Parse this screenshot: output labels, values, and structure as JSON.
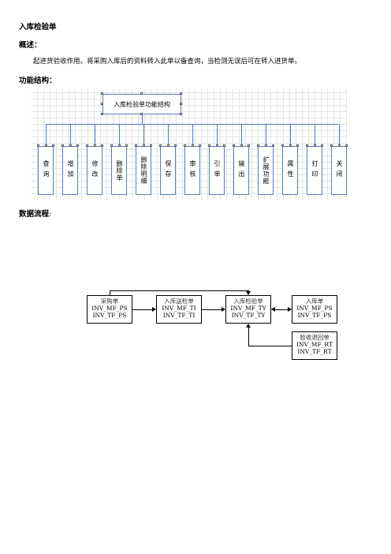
{
  "doc": {
    "title": "入库检验单",
    "overview_heading": "概述：",
    "overview_text": "起进货验收作用。将采购入库后的资料转入此单以备查询，当检测无误后可在转入进货单。",
    "structure_heading": "功能结构：",
    "flow_heading": "数据流程",
    "flow_heading_colon": ":"
  },
  "structure": {
    "root": "入库检验单功能结构",
    "leaves": [
      "查询",
      "增加",
      "修改",
      "删除单",
      "删除明细",
      "保存",
      "审核",
      "引单",
      "输出",
      "扩展功能",
      "属性",
      "打印",
      "关闭"
    ]
  },
  "flow": {
    "purchase": {
      "title": "采购单",
      "l1": "INV_MF_PS",
      "l2": "INV_TF_PS"
    },
    "submit": {
      "title": "入库送检单",
      "l1": "INV_MF_TI",
      "l2": "INV_TF_TI"
    },
    "inspect": {
      "title": "入库检验单",
      "l1": "INV_MF_TY",
      "l2": "INV_TF_TY"
    },
    "instock": {
      "title": "入库单",
      "l1": "INV_MF_PS",
      "l2": "INV_TF_PS"
    },
    "return": {
      "title": "验收退回单",
      "l1": "INV_MF_RT",
      "l2": "INV_TF_RT"
    }
  }
}
